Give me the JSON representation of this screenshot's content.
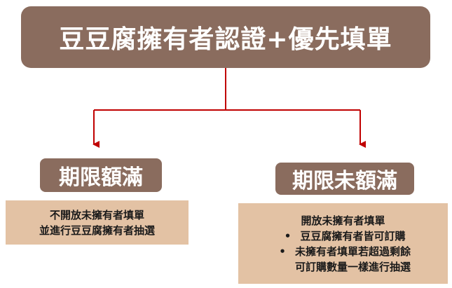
{
  "title": "豆豆腐擁有者認證+優先填單",
  "left_branch": {
    "label": "期限額滿",
    "lines": [
      "不開放未擁有者填單",
      "並進行豆豆腐擁有者抽選"
    ]
  },
  "right_branch": {
    "label": "期限未額滿",
    "heading": "開放未擁有者填單",
    "bullets": [
      "豆豆腐擁有者皆可訂購",
      "未擁有者填單若超過剩餘"
    ],
    "continuation": "可訂購數量一樣進行抽選"
  },
  "colors": {
    "box_brown": "#8a6c5e",
    "box_tan": "#e3c2a4",
    "connector_red": "#c00000"
  }
}
